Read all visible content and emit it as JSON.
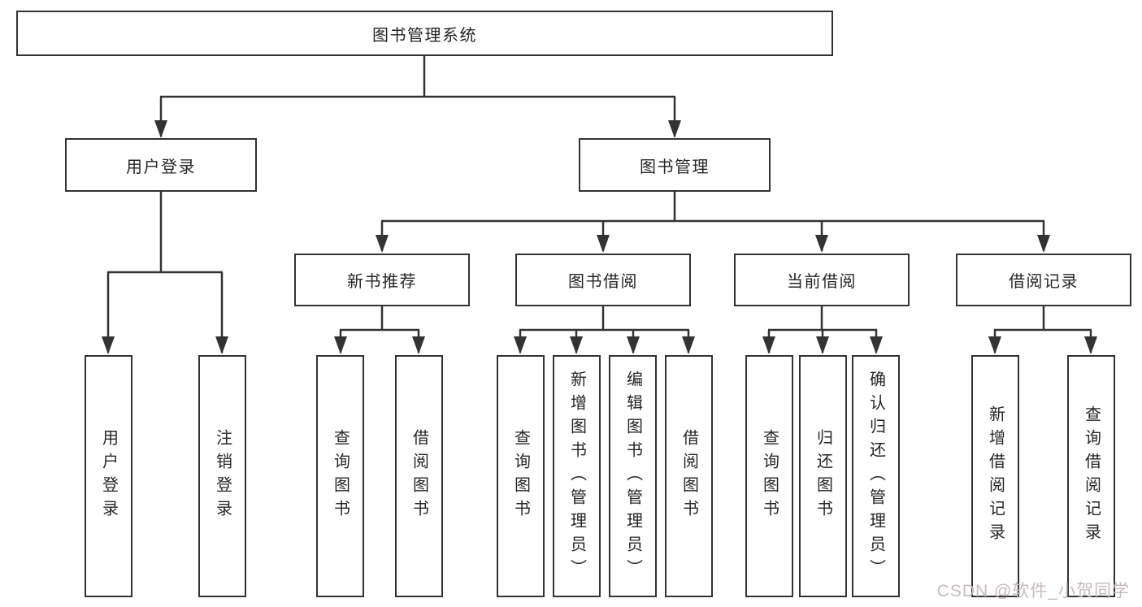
{
  "colors": {
    "line": "#333333",
    "box_border": "#333333",
    "text": "#262626",
    "background": "#ffffff",
    "watermark": "#c5bcbc"
  },
  "tree": {
    "root": {
      "label": "图书管理系统"
    },
    "login": {
      "label": "用户登录",
      "children": [
        {
          "label": "用户登录"
        },
        {
          "label": "注销登录"
        }
      ]
    },
    "manage": {
      "label": "图书管理",
      "groups": [
        {
          "label": "新书推荐",
          "children": [
            {
              "label": "查询图书"
            },
            {
              "label": "借阅图书"
            }
          ]
        },
        {
          "label": "图书借阅",
          "children": [
            {
              "label": "查询图书"
            },
            {
              "label": "新增图书（管理员）"
            },
            {
              "label": "编辑图书（管理员）"
            },
            {
              "label": "借阅图书"
            }
          ]
        },
        {
          "label": "当前借阅",
          "children": [
            {
              "label": "查询图书"
            },
            {
              "label": "归还图书"
            },
            {
              "label": "确认归还（管理员）"
            }
          ]
        },
        {
          "label": "借阅记录",
          "children": [
            {
              "label": "新增借阅记录"
            },
            {
              "label": "查询借阅记录"
            }
          ]
        }
      ]
    }
  },
  "watermark": {
    "text": "CSDN @软件_小贺同学"
  }
}
